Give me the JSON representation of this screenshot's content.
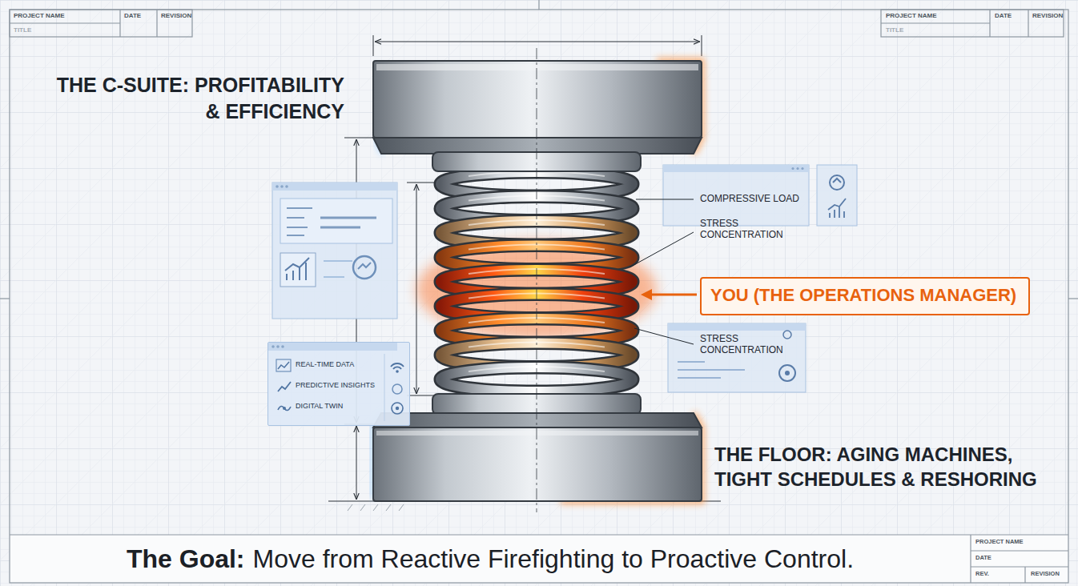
{
  "diagram": {
    "nodes": [
      {
        "text": [
          "YOU (THE OPERATIONS MANAGER)"
        ]
      },
      {
        "text": [
          "REAL-TIME DATA",
          "PREDICTIVE INSIGHTS",
          "DIGITAL TWIN"
        ]
      }
    ],
    "labels": [
      "PROJECT NAME",
      "DATE",
      "REVISION",
      "TITLE",
      "PROJECT NAME",
      "DATE",
      "REVISION",
      "TITLE",
      "THE C-SUITE: PROFITABILITY & EFFICIENCY",
      "COMPRESSIVE LOAD",
      "STRESS CONCENTRATION",
      "STRESS CONCENTRATION",
      "THE FLOOR: AGING MACHINES, TIGHT SCHEDULES & RESHORING",
      "The Goal:",
      "Move from Reactive Firefighting to Proactive Control.",
      "PROJECT NAME",
      "DATE",
      "REV.",
      "REVISION"
    ]
  }
}
